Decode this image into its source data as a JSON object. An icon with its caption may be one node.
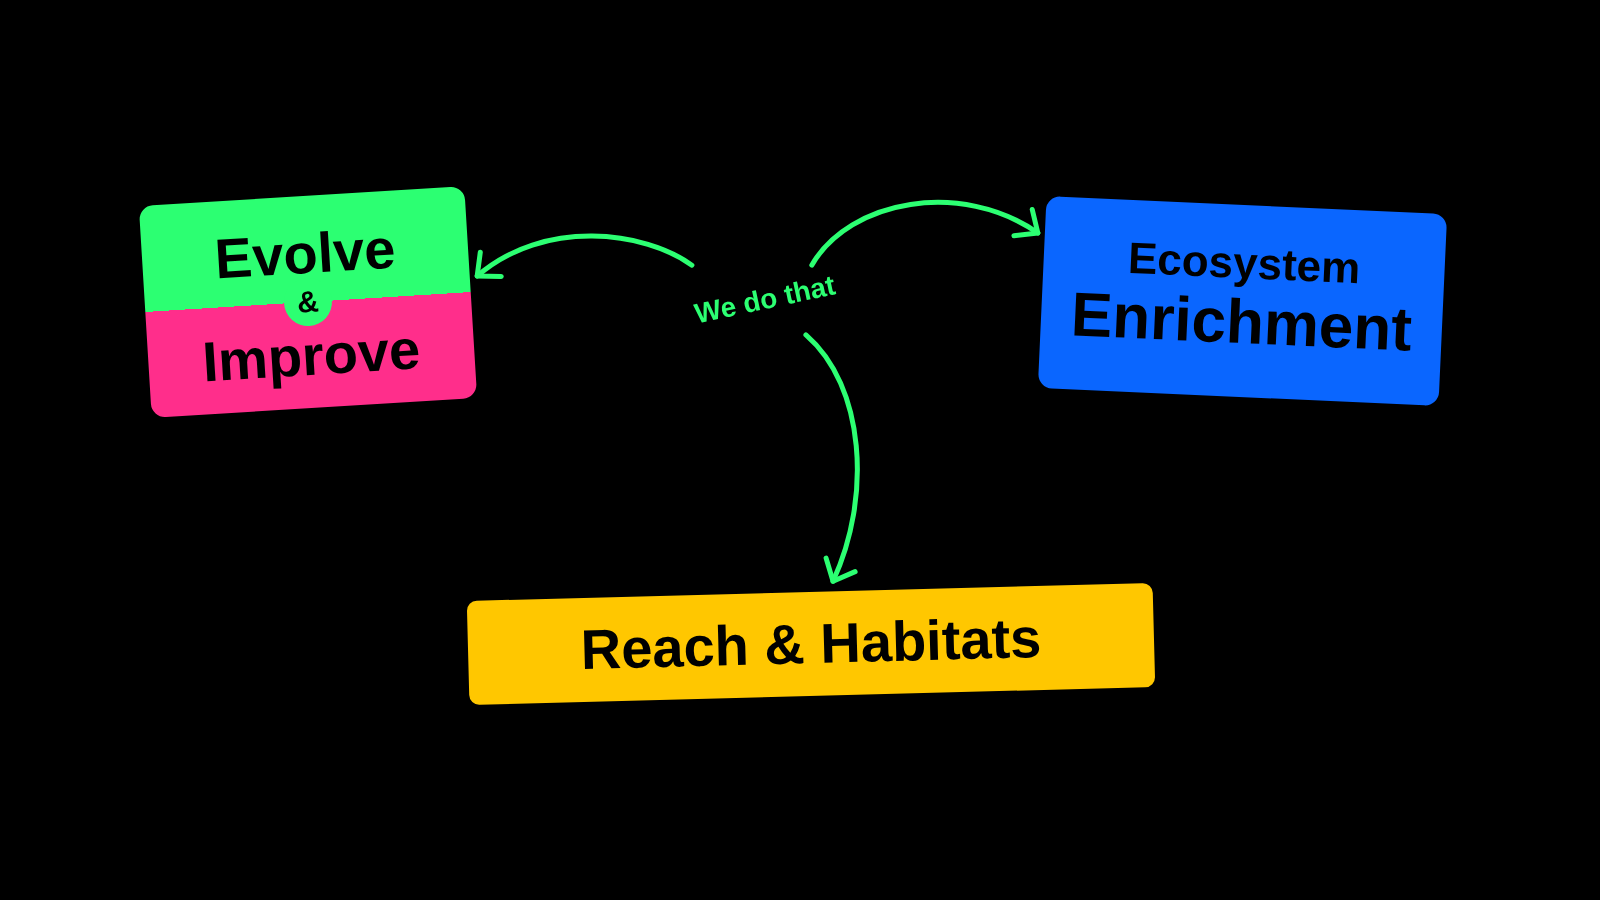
{
  "diagram": {
    "nodes": [
      {
        "text": [
          "Evolve",
          "Improve"
        ]
      },
      {
        "text": [
          "&"
        ],
        "in": 0
      },
      {
        "text": [
          "Ecosystem",
          "Enrichment"
        ]
      },
      {
        "text": [
          "Reach & Habitats"
        ]
      },
      {
        "text": [
          "We do that"
        ]
      }
    ],
    "edges": [
      {
        "from": 4,
        "to": 0,
        "arrow": "to"
      },
      {
        "from": 4,
        "to": 2,
        "arrow": "to"
      },
      {
        "from": 4,
        "to": 3,
        "arrow": "to"
      }
    ]
  }
}
